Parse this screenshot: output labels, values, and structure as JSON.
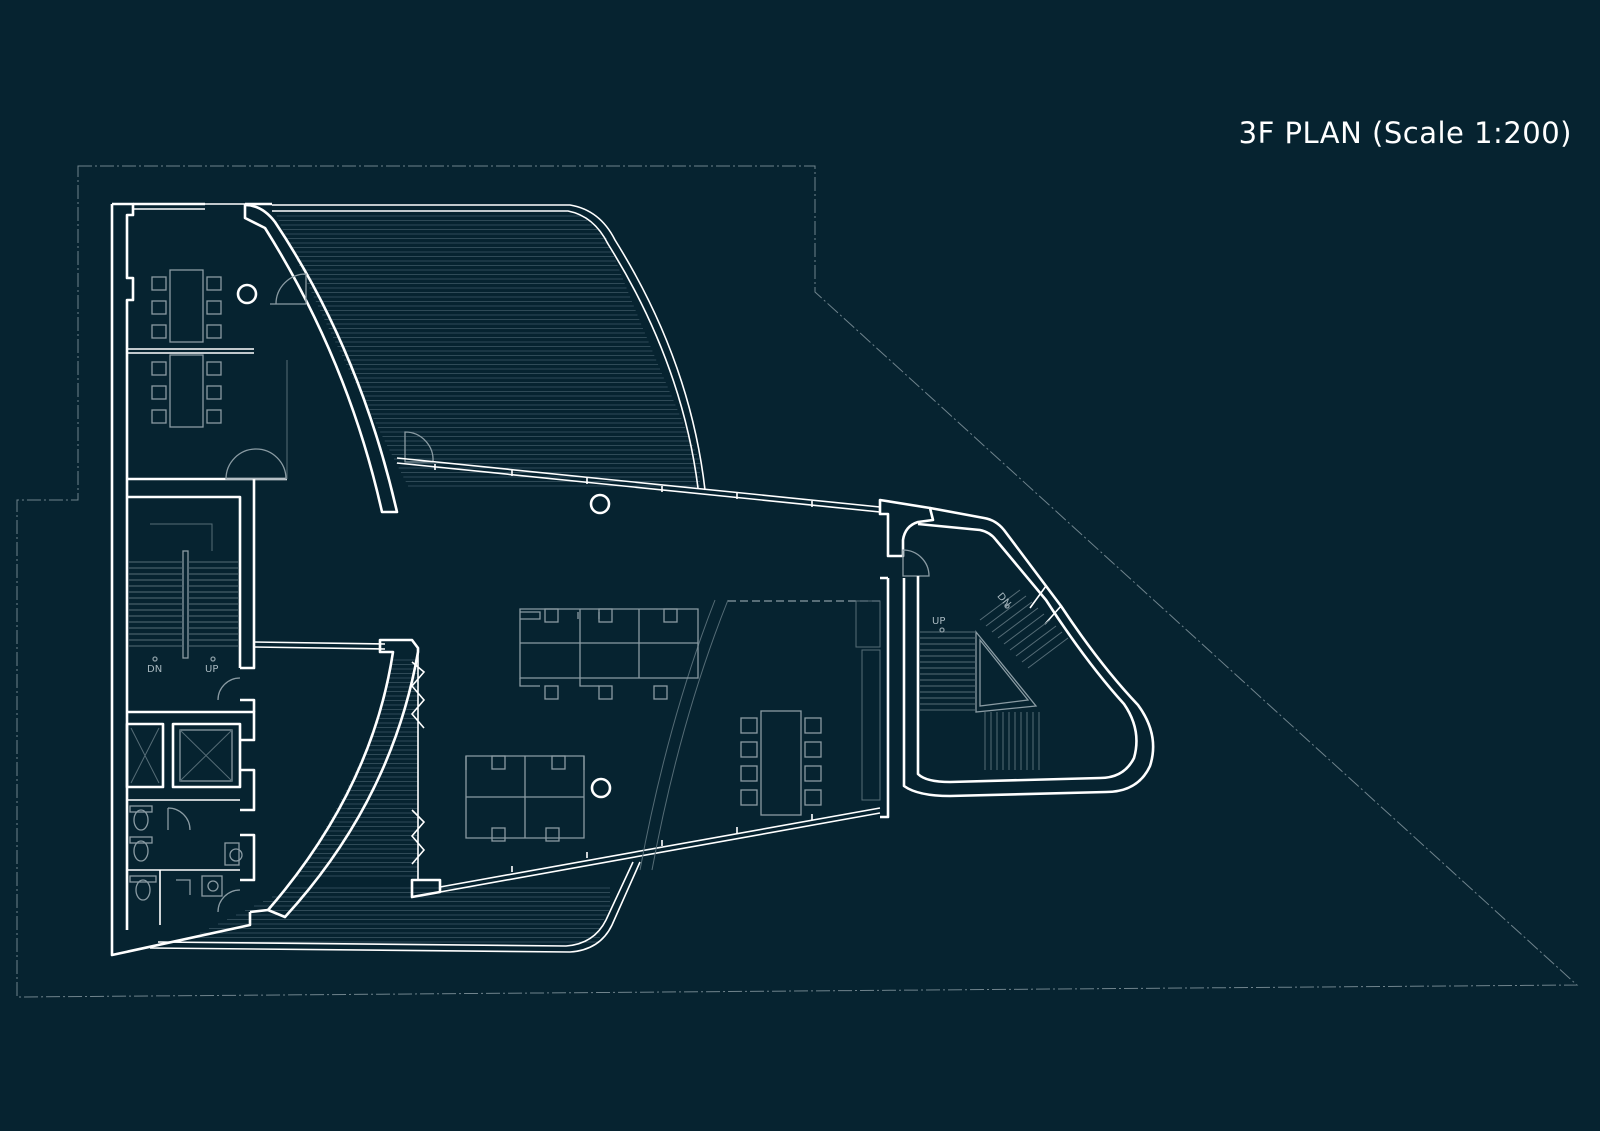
{
  "drawing": {
    "title": "3F PLAN (Scale 1:200)",
    "colors": {
      "background": "#062330",
      "walls": "#ffffff",
      "furniture": "#8a9ba3"
    }
  },
  "labels": {
    "west_stair_down": "DN",
    "west_stair_up": "UP",
    "east_stair_up": "UP",
    "east_stair_down": "DN"
  }
}
